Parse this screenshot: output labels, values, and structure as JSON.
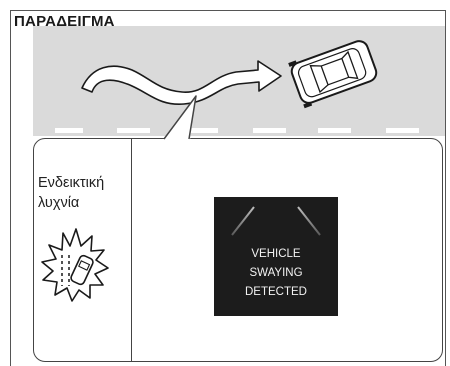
{
  "example": {
    "title": "ΠΑΡΑΔΕΙΓΜΑ"
  },
  "indicator": {
    "label_line1": "Ενδεικτική",
    "label_line2": "λυχνία"
  },
  "display": {
    "line1": "VEHICLE",
    "line2": "SWAYING",
    "line3": "DETECTED"
  },
  "colors": {
    "road": "#dadada",
    "display_bg": "#1c1c1c",
    "display_text": "#f2f2f2"
  }
}
